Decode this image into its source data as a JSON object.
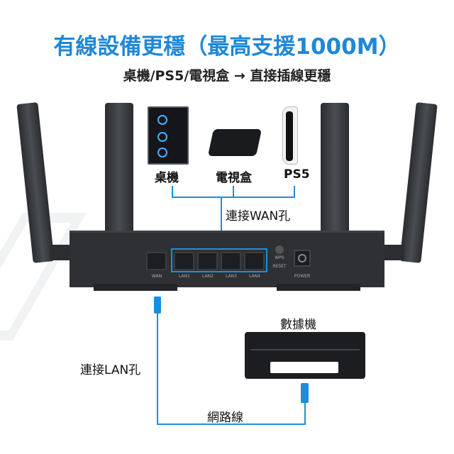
{
  "title": "有線設備更穩（最高支援1000M）",
  "subtitle": "桌機/PS5/電視盒 → 直接插線更穩",
  "devices": [
    {
      "label": "桌機"
    },
    {
      "label": "電視盒"
    },
    {
      "label": "PS5"
    }
  ],
  "annotations": {
    "wan": "連接WAN孔",
    "lan": "連接LAN孔",
    "switch": "數據機",
    "cable": "網路線"
  },
  "router": {
    "ports": [
      "WAN",
      "LAN1",
      "LAN2",
      "LAN3",
      "LAN4"
    ],
    "wps": "WPS",
    "reset": "RESET",
    "power": "POWER"
  },
  "colors": {
    "accent": "#1a8fe0",
    "router": "#2e3034"
  }
}
